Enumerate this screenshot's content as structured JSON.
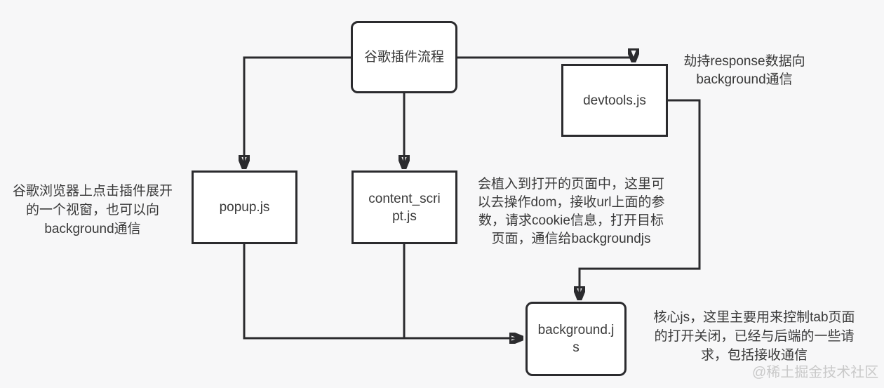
{
  "diagram": {
    "nodes": {
      "main": {
        "label": "谷歌插件流程"
      },
      "devtools": {
        "label": "devtools.js"
      },
      "popup": {
        "label": "popup.js"
      },
      "content": {
        "label": "content_scri\npt.js"
      },
      "background": {
        "label": "background.j\ns"
      }
    },
    "annotations": {
      "devtools": "劫持response数据向\nbackground通信",
      "popup": "谷歌浏览器上点击插件展开\n的一个视窗，也可以向\nbackground通信",
      "content": "会植入到打开的页面中，这里可\n以去操作dom，接收url上面的参\n数，请求cookie信息，打开目标\n页面，通信给backgroundjs",
      "background": "核心js，这里主要用来控制tab页面\n的打开关闭，已经与后端的一些请\n求，包括接收通信"
    },
    "watermark": "@稀土掘金技术社区",
    "colors": {
      "background": "#f7f7f8",
      "node_fill": "#ffffff",
      "stroke": "#2b2b2e",
      "text": "#3a3a3a",
      "watermark": "#c9c9c9"
    }
  }
}
